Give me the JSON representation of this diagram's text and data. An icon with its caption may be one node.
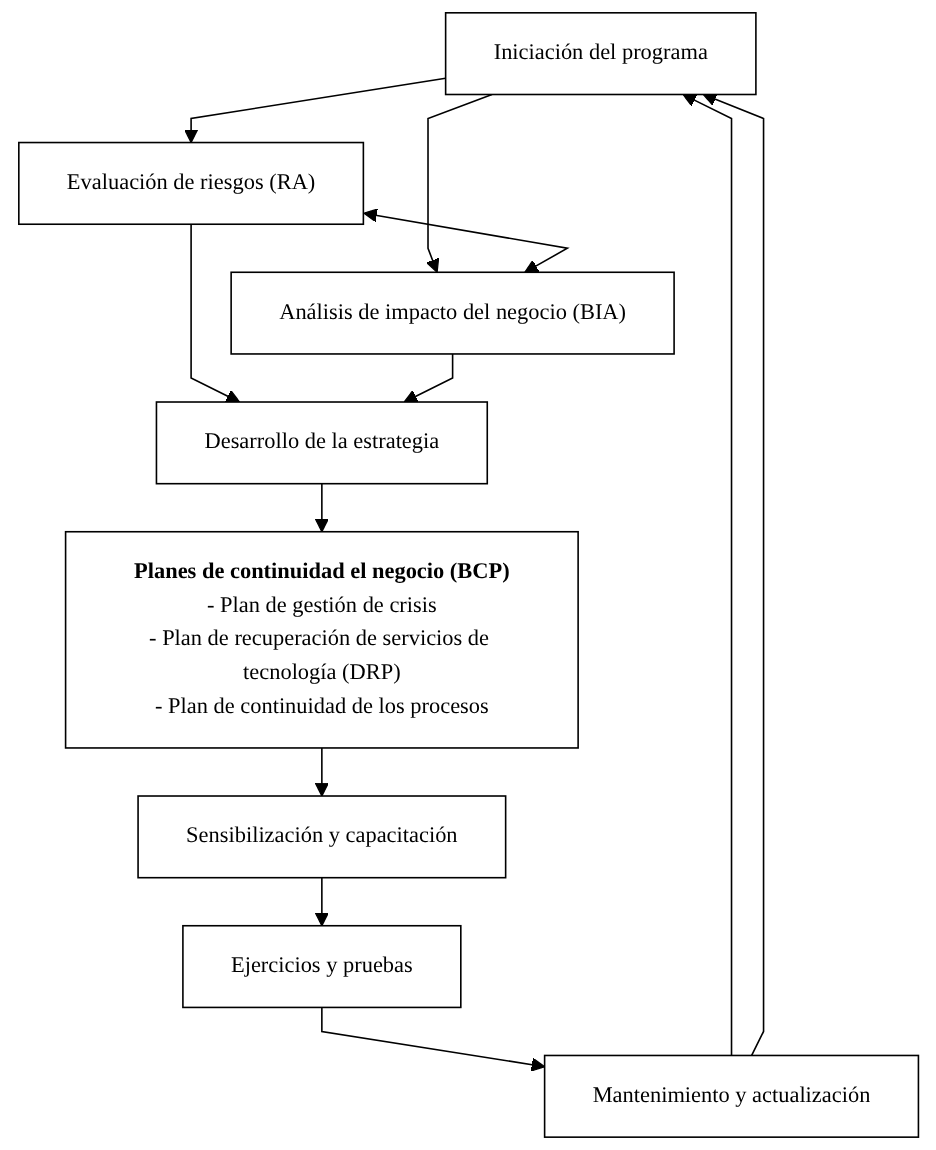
{
  "diagram": {
    "nodes": [
      {
        "text": [
          "Iniciación del programa"
        ]
      },
      {
        "text": [
          "Evaluación de riesgos (RA)"
        ]
      },
      {
        "text": [
          "Análisis de impacto del negocio (BIA)"
        ]
      },
      {
        "text": [
          "Desarrollo de la estrategia"
        ]
      },
      {
        "text": [
          "Planes de continuidad el negocio (BCP)",
          "- Plan de gestión de crisis",
          "- Plan de recuperación de servicios de tecnología (DRP)",
          "- Plan de continuidad de los procesos"
        ]
      },
      {
        "text": [
          "Sensibilización y capacitación"
        ]
      },
      {
        "text": [
          "Ejercicios y pruebas"
        ]
      },
      {
        "text": [
          "Mantenimiento y actualización"
        ]
      }
    ],
    "edges": [
      {
        "from": 0,
        "to": 1,
        "arrow": "to"
      },
      {
        "from": 0,
        "to": 2,
        "arrow": "to"
      },
      {
        "from": 1,
        "to": 2,
        "arrow": "both"
      },
      {
        "from": 1,
        "to": 3,
        "arrow": "to"
      },
      {
        "from": 2,
        "to": 3,
        "arrow": "to"
      },
      {
        "from": 3,
        "to": 4,
        "arrow": "to"
      },
      {
        "from": 4,
        "to": 5,
        "arrow": "to"
      },
      {
        "from": 5,
        "to": 6,
        "arrow": "to"
      },
      {
        "from": 6,
        "to": 7,
        "arrow": "to"
      },
      {
        "from": 7,
        "to": 0,
        "arrow": "to"
      },
      {
        "from": 7,
        "to": 0,
        "arrow": "to"
      }
    ]
  }
}
